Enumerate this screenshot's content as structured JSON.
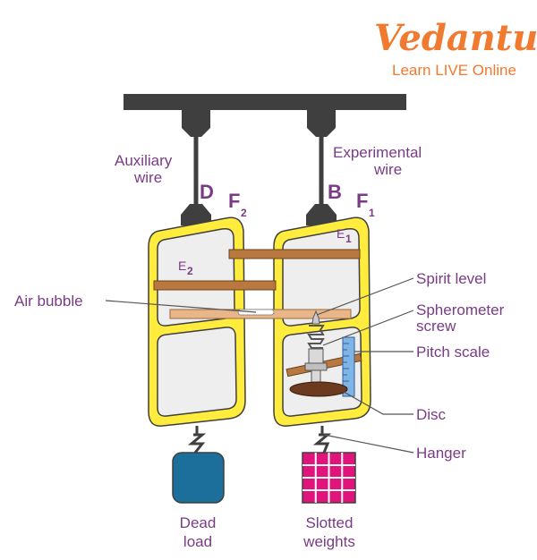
{
  "logo": {
    "brand": "Vedantu",
    "tagline": "Learn LIVE Online",
    "color": "#f07a2f"
  },
  "labels": {
    "auxiliary_wire": [
      "Auxiliary",
      "wire"
    ],
    "experimental_wire": [
      "Experimental",
      "wire"
    ],
    "point_d": "D",
    "point_b": "B",
    "frame_f2": "F",
    "frame_f2_sub": "2",
    "frame_f1": "F",
    "frame_f1_sub": "1",
    "e2": "E",
    "e2_sub": "2",
    "e1": "E",
    "e1_sub": "1",
    "air_bubble": "Air bubble",
    "spirit_level": "Spirit level",
    "spherometer_screw": [
      "Spherometer",
      "screw"
    ],
    "pitch_scale": "Pitch scale",
    "disc": "Disc",
    "hanger": "Hanger",
    "dead_load": [
      "Dead",
      "load"
    ],
    "slotted_weights": [
      "Slotted",
      "weights"
    ]
  },
  "colors": {
    "label": "#7a3b86",
    "beam": "#3f3f3f",
    "frame_fill": "#ffec3d",
    "frame_pane": "#eeeeee",
    "bar": "#b97840",
    "dead_load": "#1b6f9a",
    "weights": "#e0147a",
    "pitch_scale": "#7fb4e6"
  }
}
